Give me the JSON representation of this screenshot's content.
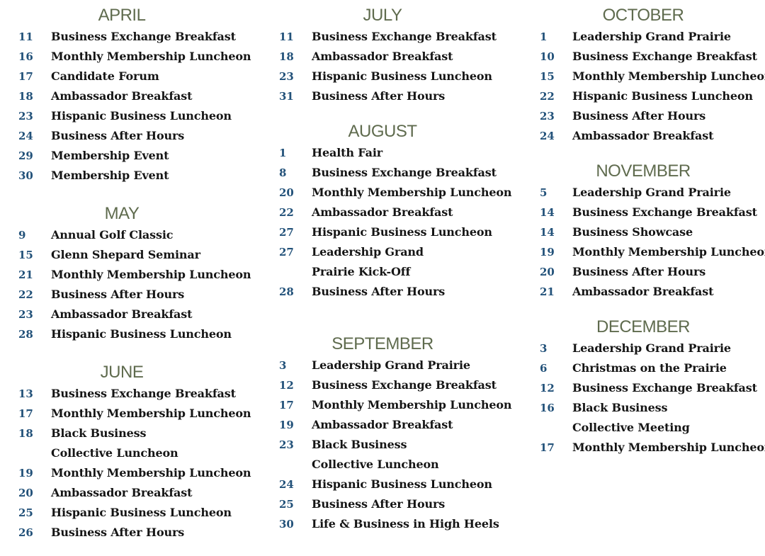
{
  "columns": [
    {
      "months": [
        {
          "name": "APRIL",
          "events": [
            {
              "day": "11",
              "title": "Business Exchange Breakfast"
            },
            {
              "day": "16",
              "title": "Monthly Membership Luncheon"
            },
            {
              "day": "17",
              "title": "Candidate Forum"
            },
            {
              "day": "18",
              "title": "Ambassador Breakfast"
            },
            {
              "day": "23",
              "title": "Hispanic Business Luncheon"
            },
            {
              "day": "24",
              "title": "Business After Hours"
            },
            {
              "day": "29",
              "title": "Membership Event"
            },
            {
              "day": "30",
              "title": "Membership Event"
            }
          ]
        },
        {
          "name": "MAY",
          "events": [
            {
              "day": "9",
              "title": "Annual Golf Classic"
            },
            {
              "day": "15",
              "title": "Glenn Shepard Seminar"
            },
            {
              "day": "21",
              "title": "Monthly Membership Luncheon"
            },
            {
              "day": "22",
              "title": "Business After Hours"
            },
            {
              "day": "23",
              "title": "Ambassador Breakfast"
            },
            {
              "day": "28",
              "title": "Hispanic Business Luncheon"
            }
          ]
        },
        {
          "name": "JUNE",
          "events": [
            {
              "day": "13",
              "title": "Business Exchange Breakfast"
            },
            {
              "day": "17",
              "title": "Monthly Membership Luncheon"
            },
            {
              "day": "18",
              "title_lines": [
                "Black Business",
                "Collective Luncheon"
              ]
            },
            {
              "day": "19",
              "title": "Monthly Membership Luncheon"
            },
            {
              "day": "20",
              "title": "Ambassador Breakfast"
            },
            {
              "day": "25",
              "title": "Hispanic Business Luncheon"
            },
            {
              "day": "26",
              "title": "Business After Hours"
            }
          ]
        }
      ]
    },
    {
      "months": [
        {
          "name": "JULY",
          "events": [
            {
              "day": "11",
              "title": "Business Exchange Breakfast"
            },
            {
              "day": "18",
              "title": "Ambassador Breakfast"
            },
            {
              "day": "23",
              "title": "Hispanic Business Luncheon"
            },
            {
              "day": "31",
              "title": "Business After Hours"
            }
          ]
        },
        {
          "name": "AUGUST",
          "events": [
            {
              "day": "1",
              "title": "Health Fair"
            },
            {
              "day": "8",
              "title": "Business Exchange Breakfast"
            },
            {
              "day": "20",
              "title": "Monthly Membership Luncheon"
            },
            {
              "day": "22",
              "title": "Ambassador Breakfast"
            },
            {
              "day": "27",
              "title": "Hispanic Business Luncheon"
            },
            {
              "day": "27",
              "title_lines": [
                "Leadership Grand",
                "Prairie Kick-Off"
              ]
            },
            {
              "day": "28",
              "title": "Business After Hours"
            }
          ]
        },
        {
          "name": "SEPTEMBER",
          "events": [
            {
              "day": "3",
              "title": "Leadership Grand Prairie"
            },
            {
              "day": "12",
              "title": "Business Exchange Breakfast"
            },
            {
              "day": "17",
              "title": "Monthly Membership Luncheon"
            },
            {
              "day": "19",
              "title": "Ambassador Breakfast"
            },
            {
              "day": "23",
              "title_lines": [
                "Black Business",
                "Collective Luncheon"
              ]
            },
            {
              "day": "24",
              "title": "Hispanic Business Luncheon"
            },
            {
              "day": "25",
              "title": "Business After Hours"
            },
            {
              "day": "30",
              "title": "Life & Business in High Heels"
            }
          ]
        }
      ]
    },
    {
      "months": [
        {
          "name": "OCTOBER",
          "events": [
            {
              "day": "1",
              "title": "Leadership Grand Prairie"
            },
            {
              "day": "10",
              "title": "Business Exchange Breakfast"
            },
            {
              "day": "15",
              "title": "Monthly Membership Luncheon"
            },
            {
              "day": "22",
              "title": "Hispanic Business Luncheon"
            },
            {
              "day": "23",
              "title": "Business After Hours"
            },
            {
              "day": "24",
              "title": "Ambassador Breakfast"
            }
          ]
        },
        {
          "name": "NOVEMBER",
          "events": [
            {
              "day": "5",
              "title": "Leadership Grand Prairie"
            },
            {
              "day": "14",
              "title": "Business Exchange Breakfast"
            },
            {
              "day": "14",
              "title": "Business Showcase"
            },
            {
              "day": "19",
              "title": "Monthly Membership Luncheon"
            },
            {
              "day": "20",
              "title": "Business After Hours"
            },
            {
              "day": "21",
              "title": "Ambassador Breakfast"
            }
          ]
        },
        {
          "name": "DECEMBER",
          "events": [
            {
              "day": "3",
              "title": "Leadership Grand Prairie"
            },
            {
              "day": "6",
              "title": "Christmas on the Prairie"
            },
            {
              "day": "12",
              "title": "Business Exchange Breakfast"
            },
            {
              "day": "16",
              "title_lines": [
                "Black Business",
                "Collective Meeting"
              ]
            },
            {
              "day": "17",
              "title": "Monthly Membership Luncheon"
            }
          ]
        }
      ]
    }
  ],
  "colors": {
    "month_heading": "#5f6b4e",
    "day_number": "#23527a",
    "event_title": "#151515",
    "background": "#ffffff"
  }
}
